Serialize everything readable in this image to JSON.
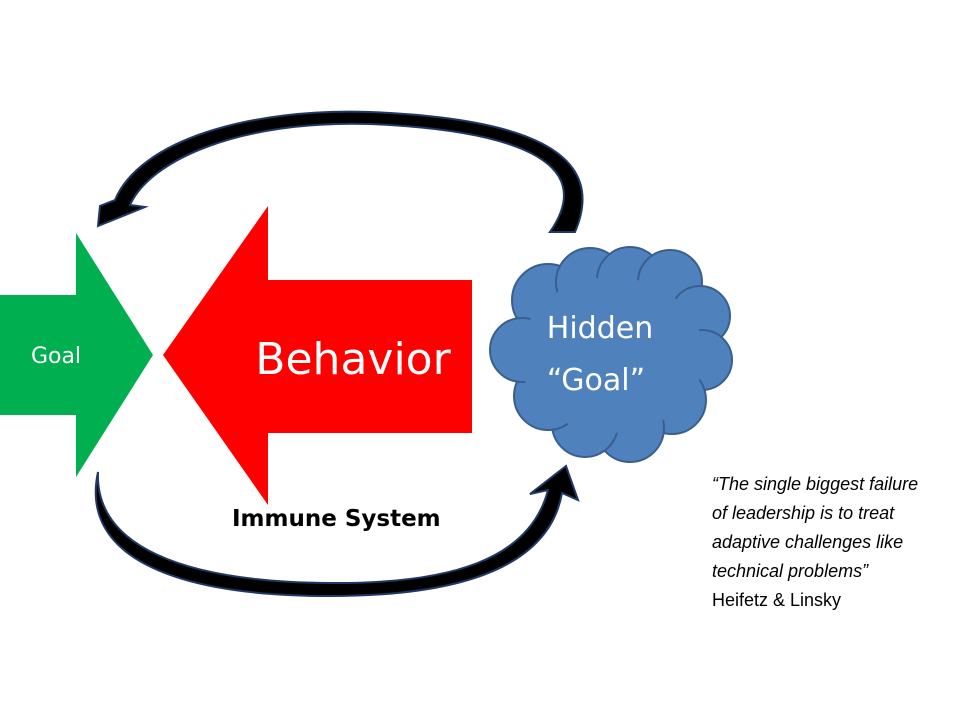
{
  "diagram": {
    "goal_label": "Goal",
    "behavior_label": "Behavior",
    "hidden_goal_line1": "Hidden",
    "hidden_goal_line2": "“Goal”",
    "immune_system_label": "Immune System"
  },
  "quote": {
    "text": "“The single biggest failure of leadership is to treat adaptive challenges like technical problems”",
    "author": "Heifetz & Linsky"
  },
  "colors": {
    "goal_arrow": "#00b050",
    "behavior_arrow": "#ff0000",
    "cloud_fill": "#4f81bd",
    "cloud_stroke": "#3a5f8e",
    "loop_arrow": "#000000",
    "loop_arrow_outline": "#1f3864"
  }
}
